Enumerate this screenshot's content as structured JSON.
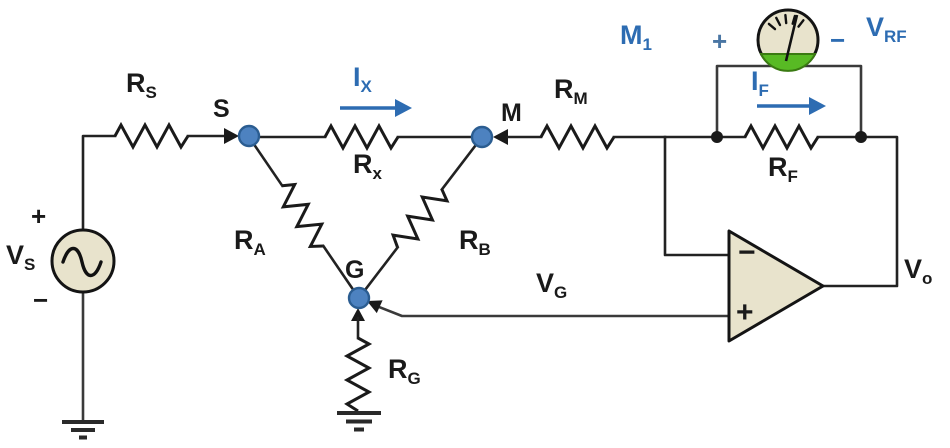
{
  "title": "Wheatstone-bridge op-amp measurement circuit diagram",
  "colors": {
    "component_fill": "#e8e3cc",
    "node_fill": "#4d82c0",
    "node_stroke": "#2b5d91",
    "meter_green": "#58ba24",
    "accent_blue": "#2d6cb2",
    "wire": "#222222"
  },
  "labels": {
    "r_s": {
      "main": "R",
      "sub": "S"
    },
    "node_s": "S",
    "i_x": {
      "main": "I",
      "sub": "X"
    },
    "r_x": {
      "main": "R",
      "sub": "x"
    },
    "node_m": "M",
    "r_m": {
      "main": "R",
      "sub": "M"
    },
    "m_1": {
      "main": "M",
      "sub": "1"
    },
    "meter_plus": "+",
    "meter_minus": "−",
    "v_rf": {
      "main": "V",
      "sub": "RF"
    },
    "i_f": {
      "main": "I",
      "sub": "F"
    },
    "r_f": {
      "main": "R",
      "sub": "F"
    },
    "r_a": {
      "main": "R",
      "sub": "A"
    },
    "r_b": {
      "main": "R",
      "sub": "B"
    },
    "node_g": "G",
    "v_g": {
      "main": "V",
      "sub": "G"
    },
    "r_g": {
      "main": "R",
      "sub": "G"
    },
    "v_s": {
      "main": "V",
      "sub": "S"
    },
    "source_plus": "+",
    "source_minus": "−",
    "opamp_minus": "−",
    "opamp_plus": "+",
    "v_o": {
      "main": "V",
      "sub": "o"
    }
  }
}
